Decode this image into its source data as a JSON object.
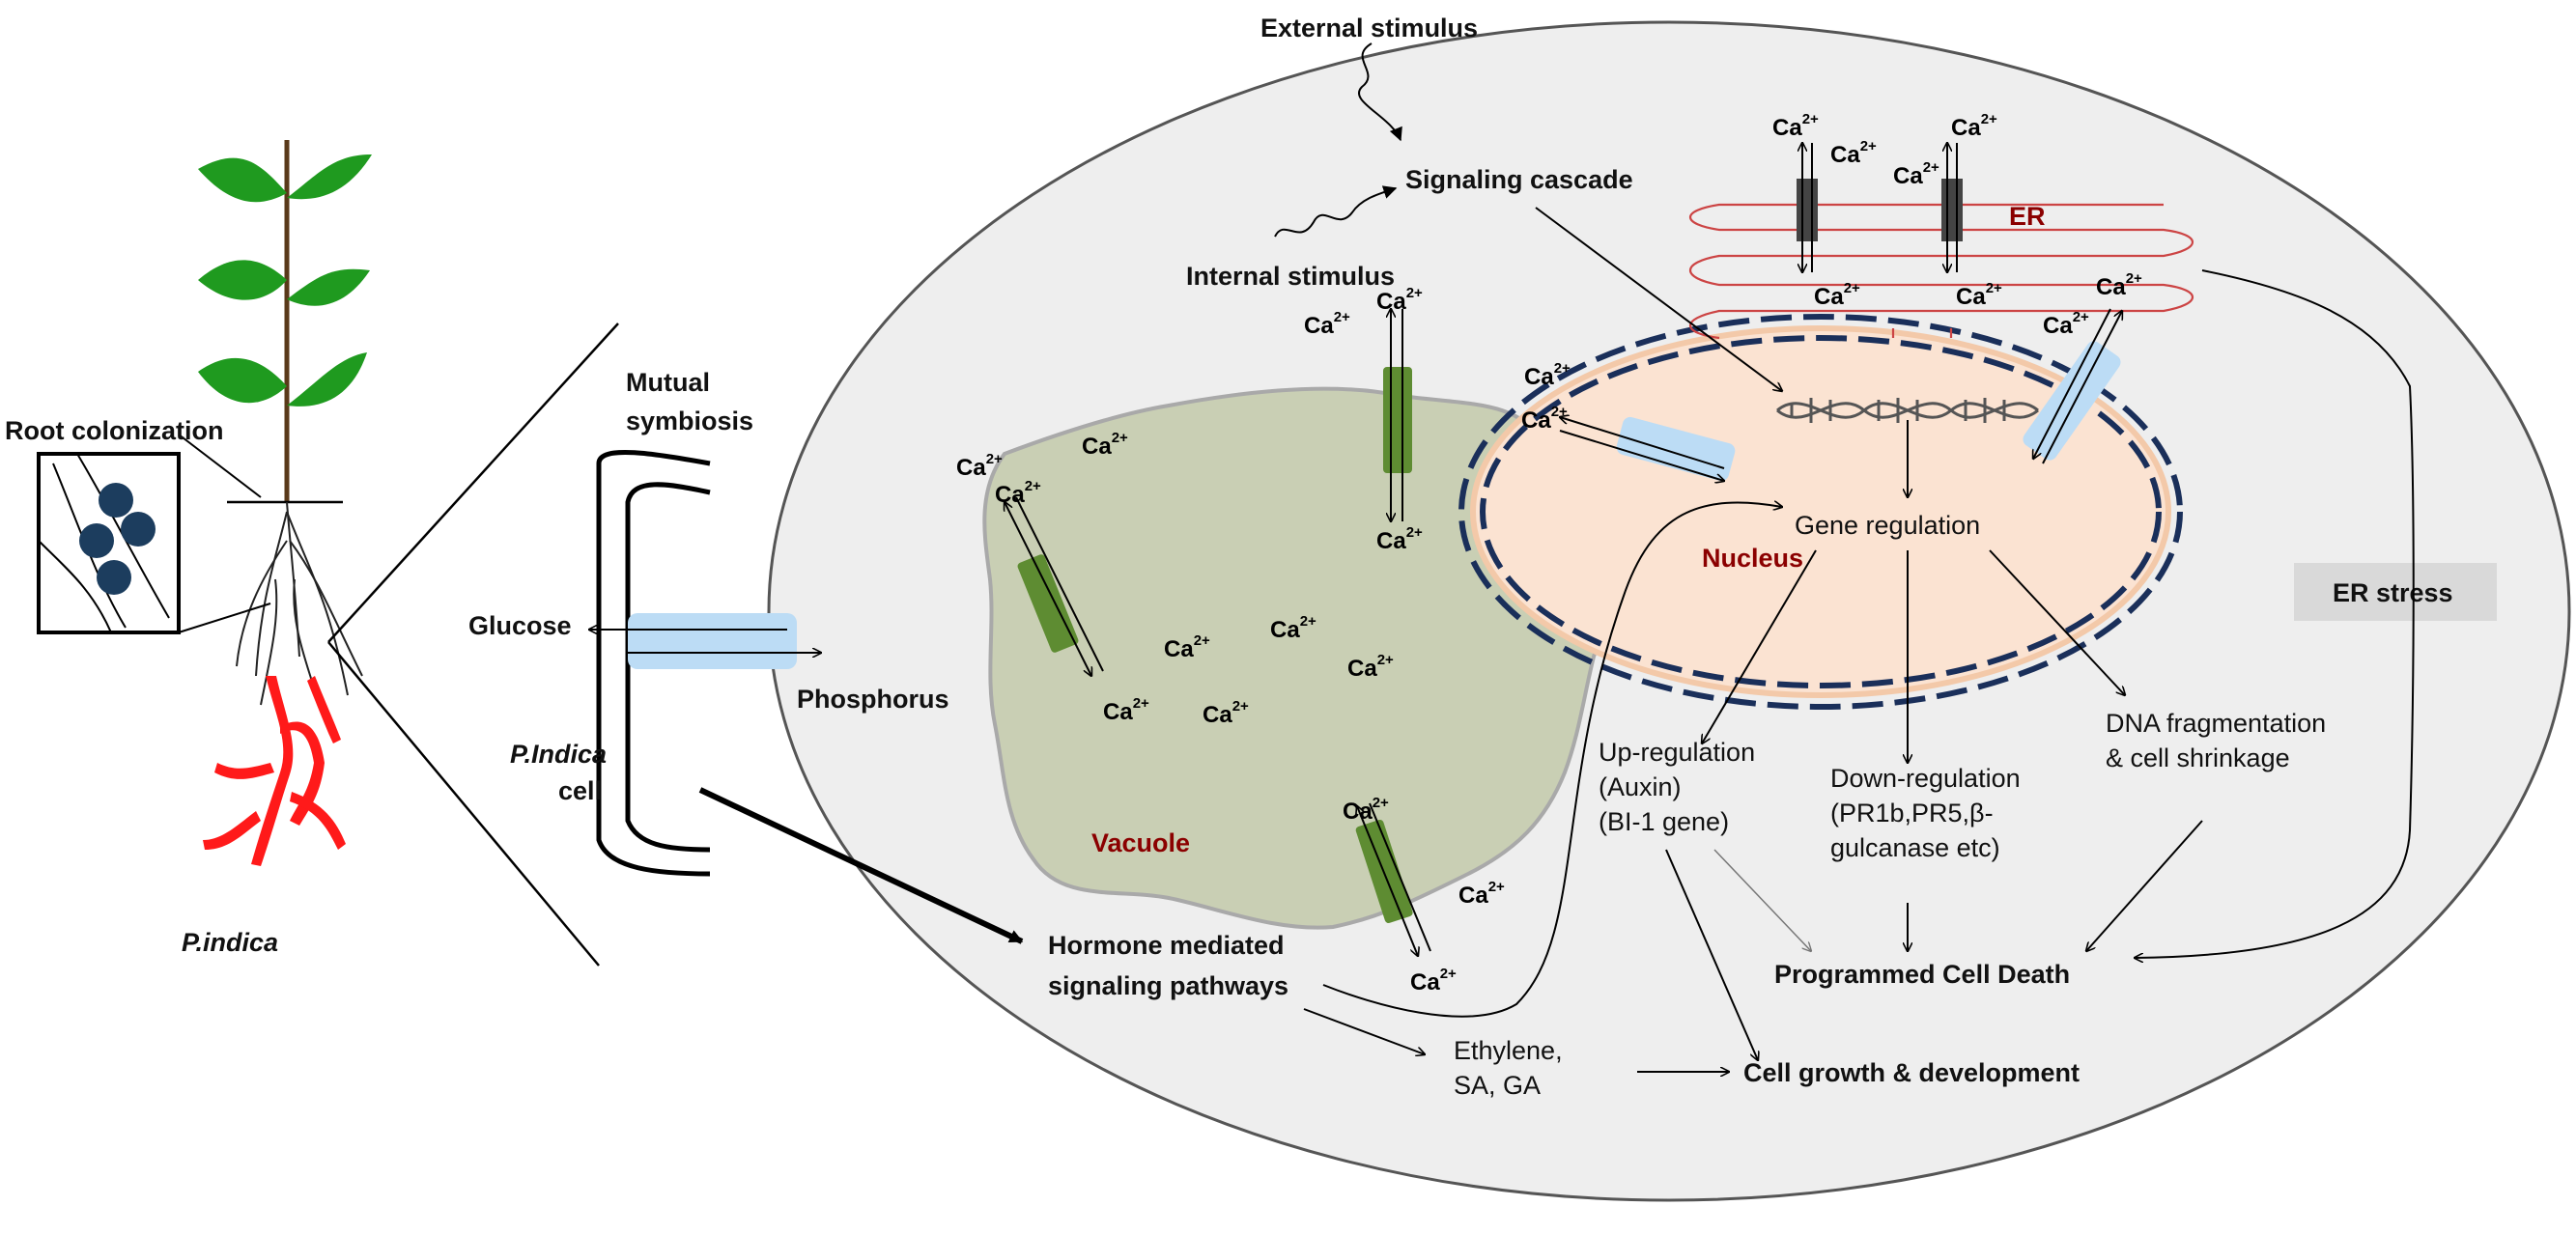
{
  "plant": {
    "root_colonization": "Root colonization",
    "species_label": "P.indica",
    "leaf_color": "#1f9a1f",
    "fungus_color": "#ff1a1a",
    "spore_color": "#1c3d5e"
  },
  "fungal_cell": {
    "mutual_symbiosis_line1": "Mutual",
    "mutual_symbiosis_line2": "symbiosis",
    "cell_label_italic": "P.Indica",
    "cell_label": "cell",
    "glucose": "Glucose",
    "phosphorus": "Phosphorus"
  },
  "stimuli": {
    "external": "External stimulus",
    "internal": "Internal stimulus",
    "cascade": "Signaling cascade"
  },
  "organelles": {
    "vacuole": "Vacuole",
    "nucleus": "Nucleus",
    "er": "ER",
    "vacuole_color": "#c9cfb4",
    "nucleus_color": "#fbe3d2",
    "channel_color": "#5e8c32",
    "transporter_color": "#bcdcf5"
  },
  "calcium": {
    "base": "Ca",
    "charge": "2+"
  },
  "outcomes": {
    "gene_regulation": "Gene regulation",
    "er_stress": "ER stress",
    "upregulation": [
      "Up-regulation",
      "(Auxin)",
      "(BI-1 gene)"
    ],
    "downregulation": [
      "Down-regulation",
      "(PR1b,PR5,β-",
      "gulcanase etc)"
    ],
    "dna_fragmentation": [
      "DNA fragmentation",
      "& cell shrinkage"
    ],
    "hormone": [
      "Hormone mediated",
      "signaling pathways"
    ],
    "hormones_list": [
      "Ethylene,",
      "SA, GA"
    ],
    "pcd": "Programmed Cell Death",
    "growth": "Cell growth & development"
  }
}
